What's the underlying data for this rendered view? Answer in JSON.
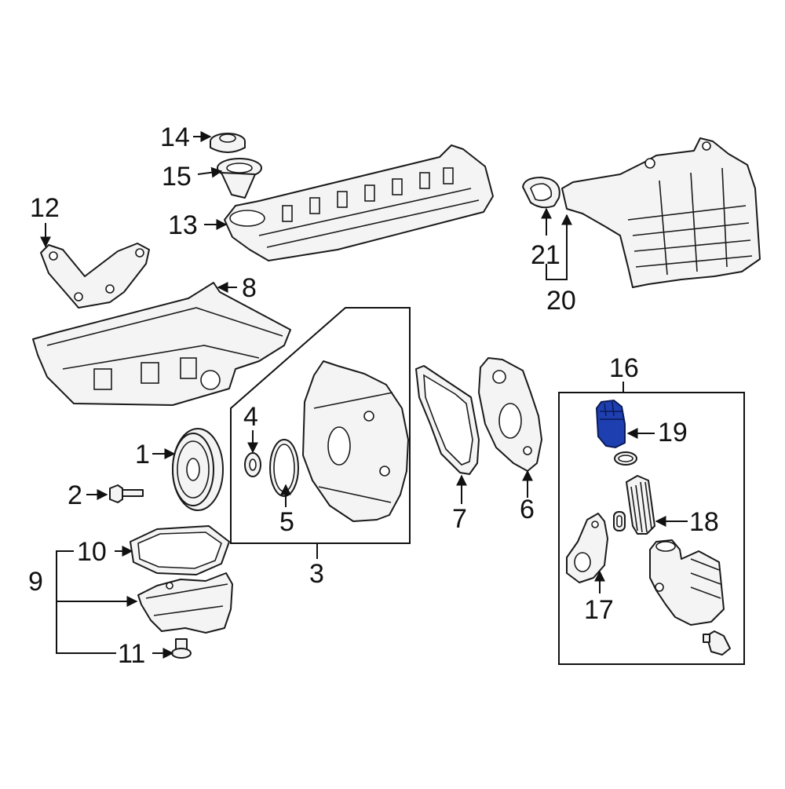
{
  "diagram": {
    "callouts": {
      "c1": "1",
      "c2": "2",
      "c3": "3",
      "c4": "4",
      "c5": "5",
      "c6": "6",
      "c7": "7",
      "c8": "8",
      "c9": "9",
      "c10": "10",
      "c11": "11",
      "c12": "12",
      "c13": "13",
      "c14": "14",
      "c15": "15",
      "c16": "16",
      "c17": "17",
      "c18": "18",
      "c19": "19",
      "c20": "20",
      "c21": "21"
    },
    "highlighted_part": "19",
    "colors": {
      "highlight": "#1d3fb0",
      "line": "#1a1a1a",
      "background": "#ffffff"
    }
  }
}
